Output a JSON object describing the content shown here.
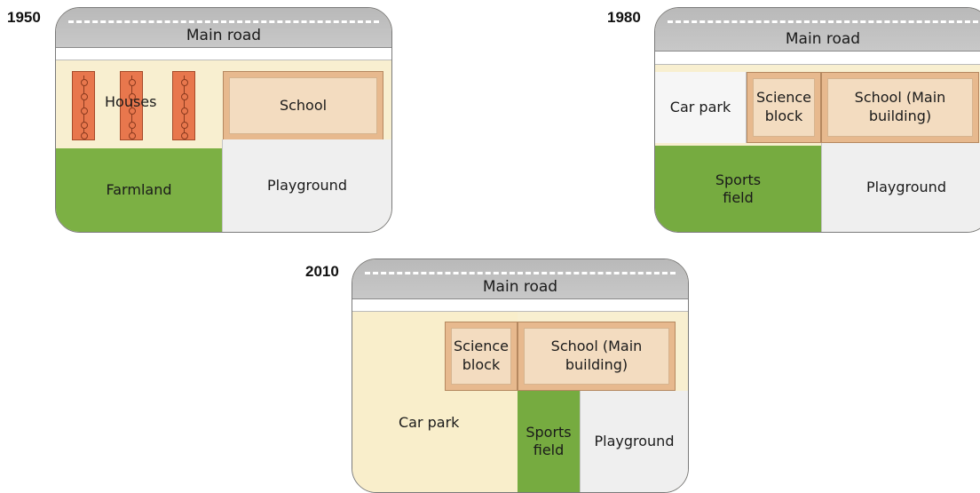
{
  "maps": [
    {
      "year": "1950",
      "road": "Main road",
      "houses_label": "Houses",
      "school": "School",
      "farmland": "Farmland",
      "playground": "Playground"
    },
    {
      "year": "1980",
      "road": "Main road",
      "car_park": "Car park",
      "science_block": "Science block",
      "school": "School (Main building)",
      "sports_field": "Sports field",
      "playground": "Playground"
    },
    {
      "year": "2010",
      "road": "Main road",
      "science_block": "Science block",
      "school": "School (Main building)",
      "car_park": "Car park",
      "sports_field": "Sports field",
      "playground": "Playground"
    }
  ],
  "colors": {
    "road": "#c0c0c0",
    "farmland": "#7cb044",
    "sports_field": "#76ab40",
    "playground": "#efefef",
    "building": "#e7b98e",
    "houses": "#e8774d",
    "car_park_2010": "#f9eecb"
  }
}
